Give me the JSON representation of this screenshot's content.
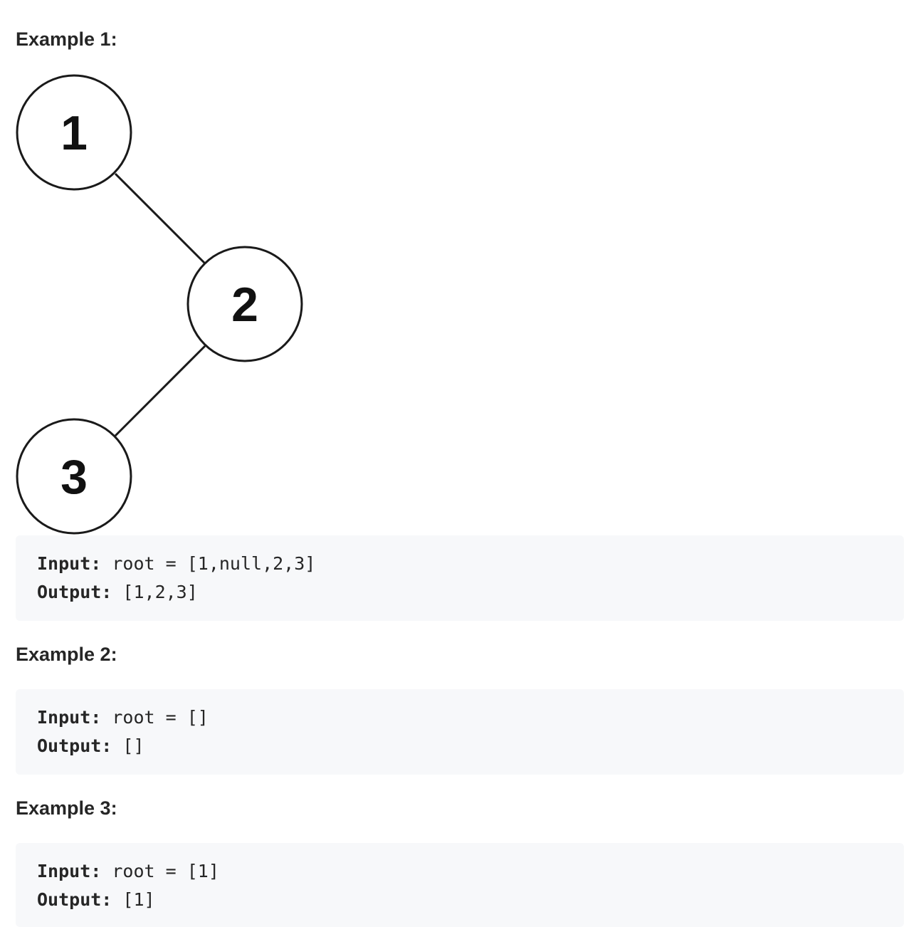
{
  "examples": [
    {
      "heading": "Example 1:",
      "input_label": "Input:",
      "input_value": " root = [1,null,2,3]",
      "output_label": "Output:",
      "output_value": " [1,2,3]"
    },
    {
      "heading": "Example 2:",
      "input_label": "Input:",
      "input_value": " root = []",
      "output_label": "Output:",
      "output_value": " []"
    },
    {
      "heading": "Example 3:",
      "input_label": "Input:",
      "input_value": " root = [1]",
      "output_label": "Output:",
      "output_value": " [1]"
    }
  ],
  "tree": {
    "nodes": [
      {
        "id": "n1",
        "label": "1"
      },
      {
        "id": "n2",
        "label": "2"
      },
      {
        "id": "n3",
        "label": "3"
      }
    ],
    "edges": [
      {
        "from": "1",
        "to": "2"
      },
      {
        "from": "2",
        "to": "3"
      }
    ]
  }
}
